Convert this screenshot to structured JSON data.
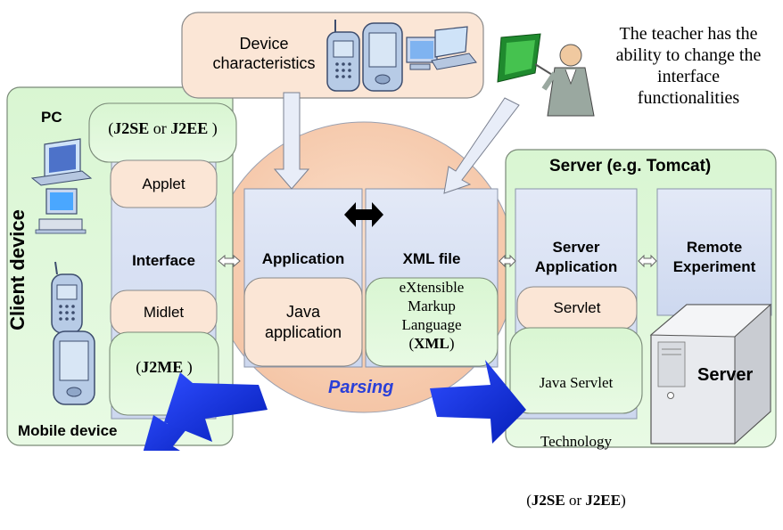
{
  "top_box": {
    "label_line1": "Device",
    "label_line2": "characteristics"
  },
  "teacher_note": {
    "line1": "The teacher has the",
    "line2": "ability to change the",
    "line3": "interface",
    "line4": "functionalities"
  },
  "client": {
    "vertical_label": "Client device",
    "pc_label": "PC",
    "j2se_prefix": "(",
    "j2se_a": "J2SE",
    "j2se_or": " or ",
    "j2se_b": "J2EE",
    "j2se_suffix": " )",
    "applet": "Applet",
    "interface": "Interface",
    "midlet": "Midlet",
    "j2me_prefix": "(",
    "j2me": "J2ME",
    "j2me_suffix": " )",
    "mobile_label": "Mobile device"
  },
  "middle": {
    "application": "Application",
    "java_app_line1": "Java",
    "java_app_line2": "application",
    "xml_file": "XML file",
    "xml_desc_line1": "eXtensible",
    "xml_desc_line2": "Markup",
    "xml_desc_line3": "Language",
    "xml_desc_prefix": "(",
    "xml_desc_bold": "XML",
    "xml_desc_suffix": ")",
    "parsing": "Parsing"
  },
  "server": {
    "title": "Server (e.g. Tomcat)",
    "app_line1": "Server",
    "app_line2": "Application",
    "servlet": "Servlet",
    "tech_line1": "Java Servlet",
    "tech_line2": "Technology",
    "tech_prefix": "(",
    "tech_a": "J2SE",
    "tech_or": " or ",
    "tech_b": "J2EE",
    "tech_suffix": ")",
    "remote_line1": "Remote",
    "remote_line2": "Experiment",
    "server_label": "Server"
  },
  "colors": {
    "green_fill": "#dcf7d6",
    "peach_fill": "#fbe6d6",
    "blue_fill": "#dfe7f5",
    "circle_fill": "#f8cfb4",
    "block_arrow": "#0a2ee6",
    "parsing_text": "#2a3fd8"
  }
}
